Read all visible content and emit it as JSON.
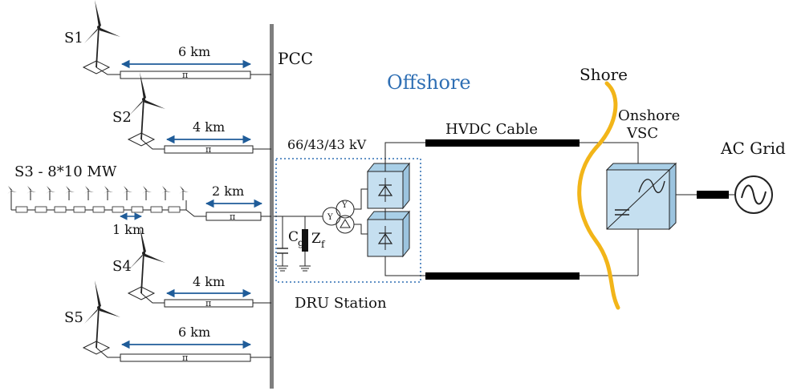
{
  "labels": {
    "pcc": "PCC",
    "offshore": "Offshore",
    "shore": "Shore",
    "onshore_line1": "Onshore",
    "onshore_line2": "VSC",
    "ac_grid": "AC Grid",
    "voltage": "66/43/43 kV",
    "hvdc_cable": "HVDC Cable",
    "dru_station": "DRU Station",
    "cg": "C",
    "cg_sub": "g",
    "zf": "Z",
    "zf_sub": "f",
    "pi": "π",
    "wye": "Y"
  },
  "turbines": [
    {
      "name": "S1",
      "distance": "6 km"
    },
    {
      "name": "S2",
      "distance": "4 km"
    },
    {
      "name": "S3 - 8*10  MW",
      "distance": "2 km",
      "spacing": "1 km"
    },
    {
      "name": "S4",
      "distance": "4 km"
    },
    {
      "name": "S5",
      "distance": "6 km"
    }
  ],
  "colors": {
    "shore_curve": "#f2b519",
    "offshore_text": "#2f6fb4",
    "arrow": "#1f5c99",
    "converter_fill": "#c5dff0",
    "dru_box": "#2f6fb4",
    "busbar": "#7f7f7f"
  }
}
